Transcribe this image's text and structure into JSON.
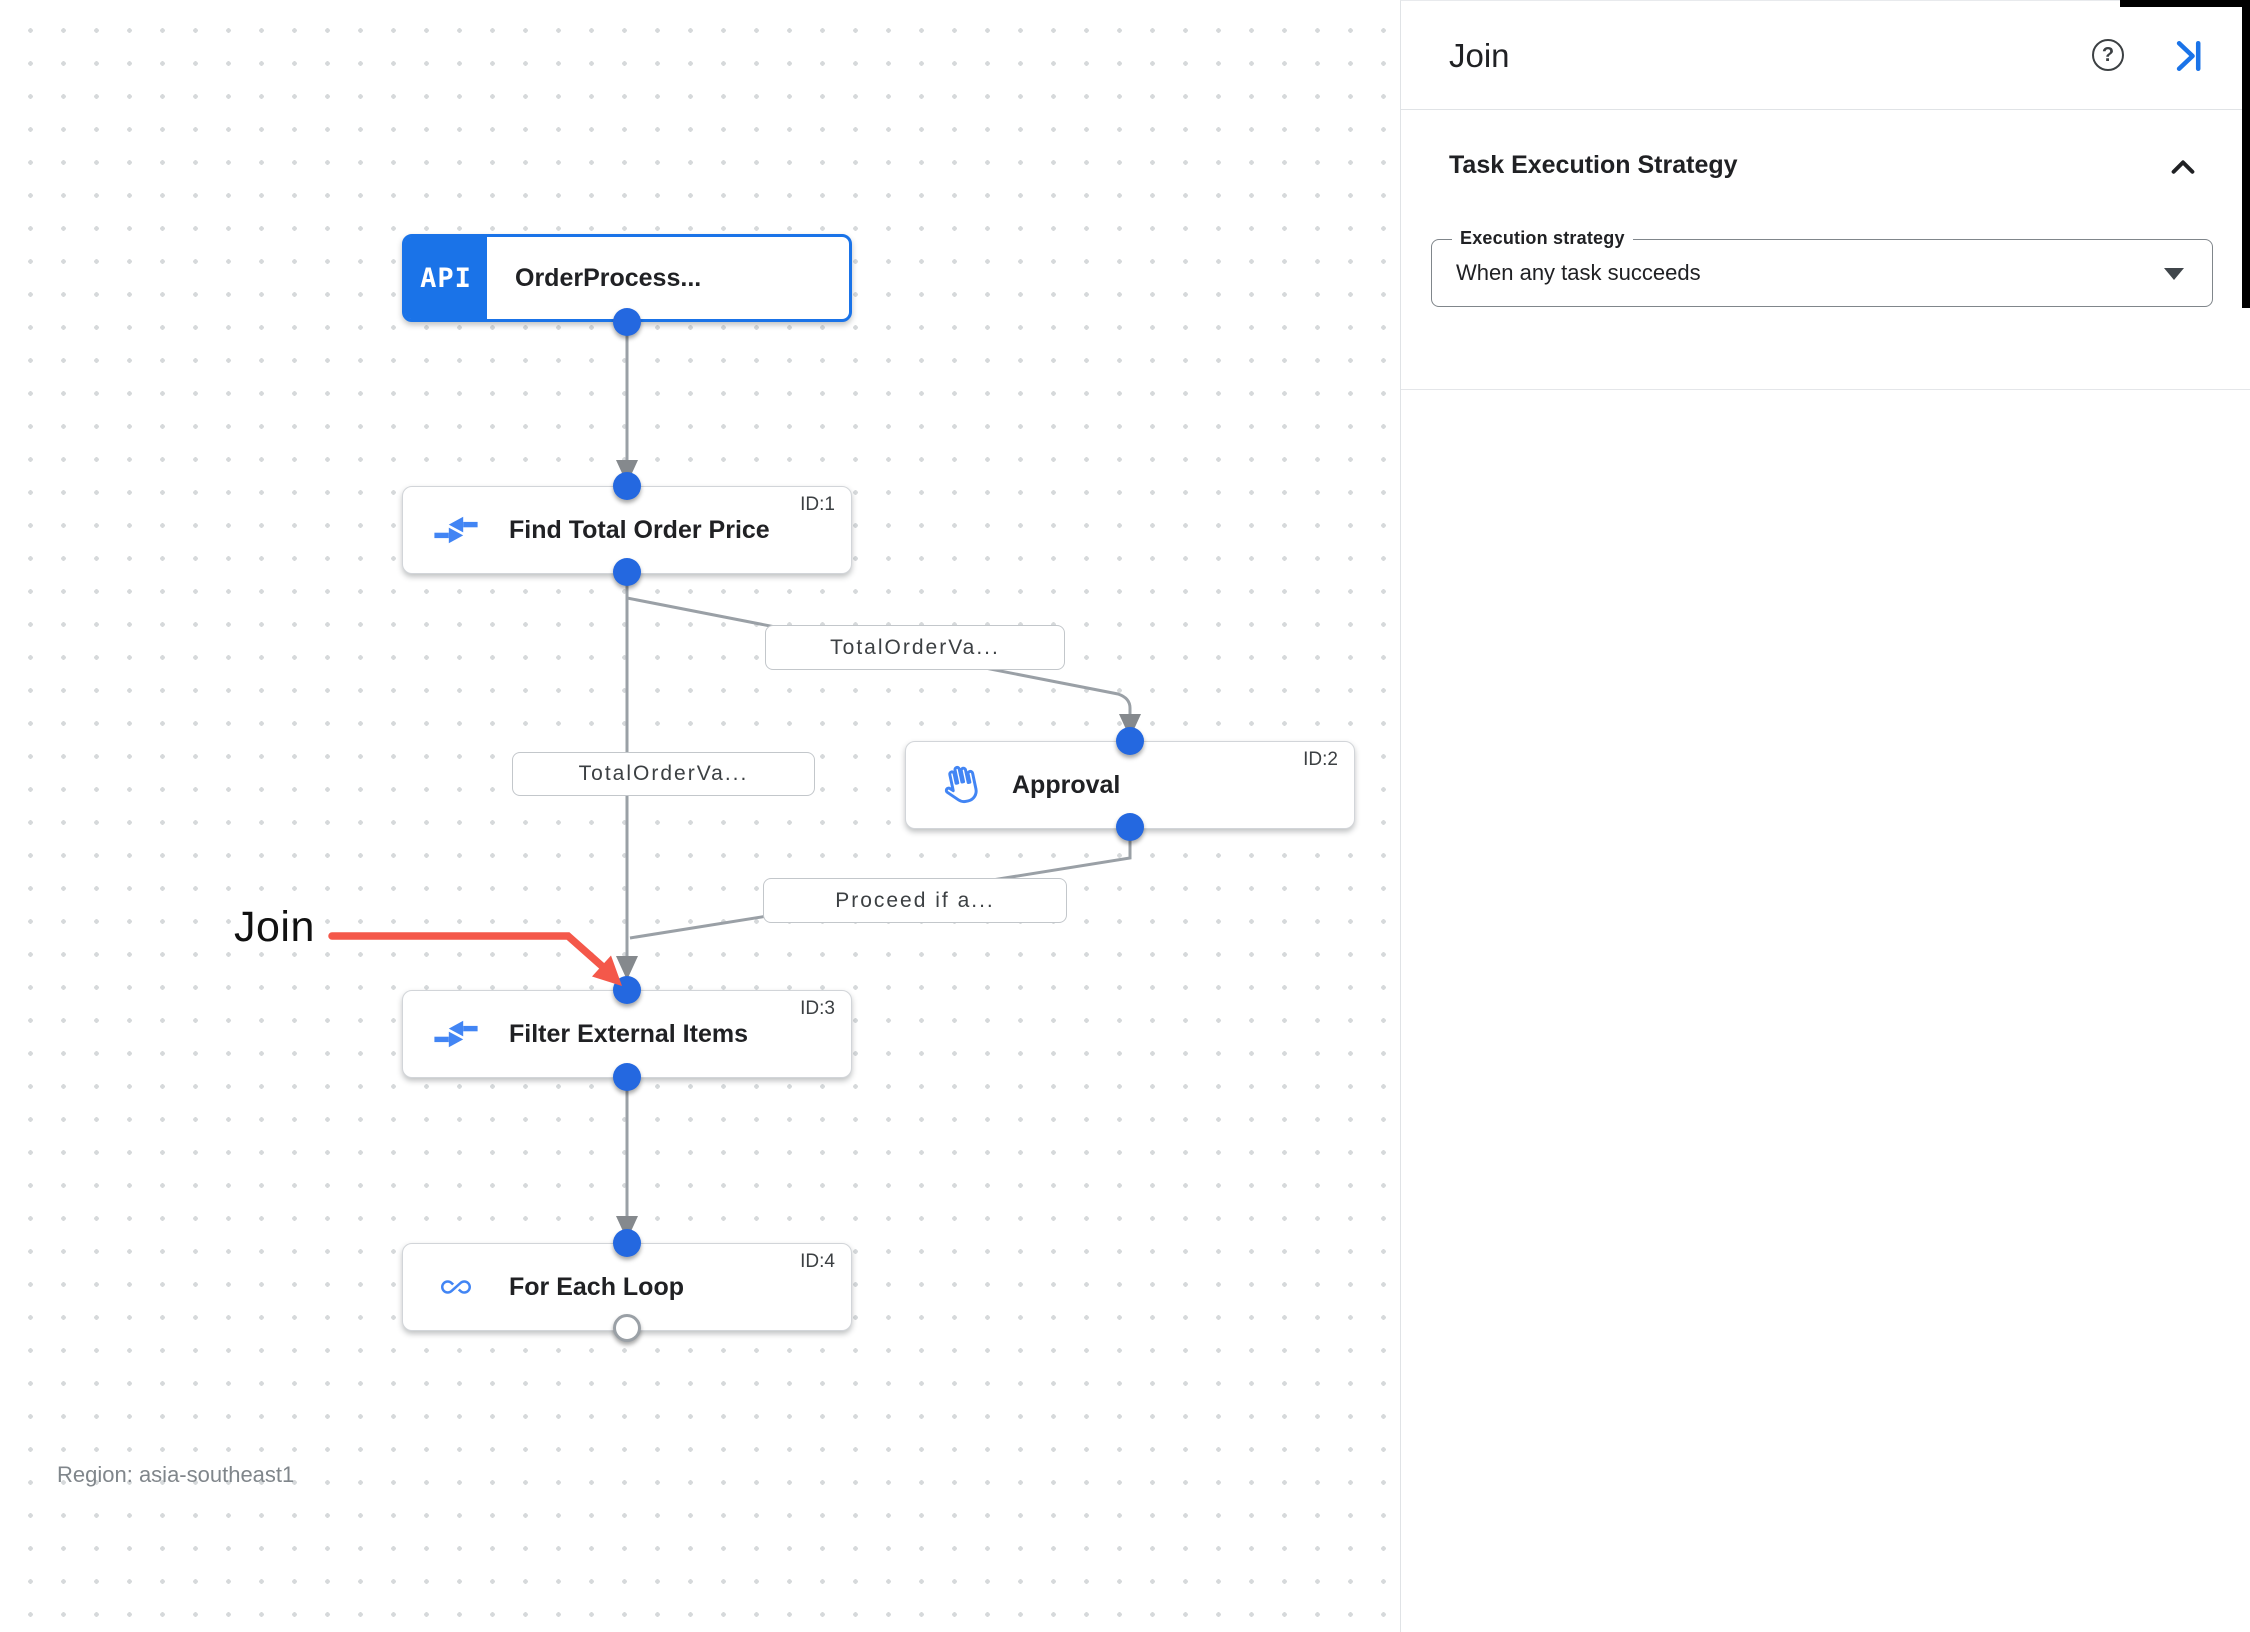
{
  "panel": {
    "title": "Join",
    "help_glyph": "?",
    "section_title": "Task Execution Strategy",
    "field_label": "Execution strategy",
    "field_value": "When any task succeeds"
  },
  "canvas": {
    "annotation": "Join",
    "region": "Region: asia-southeast1",
    "nodes": [
      {
        "badge": "API",
        "title": "OrderProcess...",
        "id": ""
      },
      {
        "title": "Find Total Order Price",
        "id": "ID:1"
      },
      {
        "title": "Approval",
        "id": "ID:2"
      },
      {
        "title": "Filter External Items",
        "id": "ID:3"
      },
      {
        "title": "For Each Loop",
        "id": "ID:4"
      }
    ],
    "edge_labels": [
      {
        "text": "TotalOrderVa..."
      },
      {
        "text": "TotalOrderVa..."
      },
      {
        "text": "Proceed if a..."
      }
    ]
  },
  "colors": {
    "accent_blue": "#1a73e8",
    "icon_blue": "#4285f4",
    "edge_gray": "#9aa0a6",
    "arrowhead_gray": "#85898d",
    "annotation_red": "#f4584a",
    "dot_blue": "#2468e0"
  }
}
